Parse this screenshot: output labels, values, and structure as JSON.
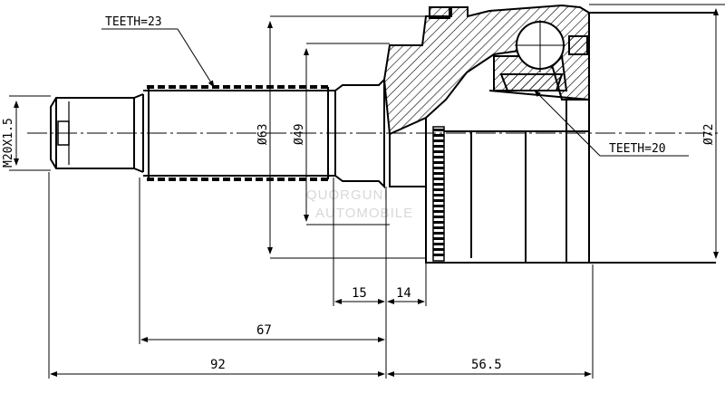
{
  "labels": {
    "teeth_outer": "TEETH=23",
    "teeth_inner": "TEETH=20",
    "thread": "M20X1.5",
    "dia_63": "Ø63",
    "dia_49": "Ø49",
    "dia_72": "Ø72",
    "dim_15": "15",
    "dim_14": "14",
    "dim_67": "67",
    "dim_92": "92",
    "dim_56_5": "56.5"
  },
  "watermark": {
    "line1": "QUORGUNI",
    "line2": "AUTOMOBILE"
  },
  "colors": {
    "ink": "#000000",
    "background": "#ffffff",
    "watermark": "#d8d8d8"
  }
}
